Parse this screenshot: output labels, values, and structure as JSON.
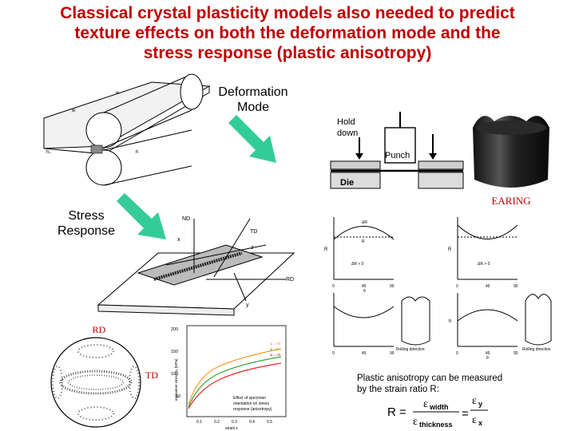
{
  "slide": {
    "title_lines": [
      "Classical crystal plasticity models also needed to predict",
      "texture effects on both the deformation mode and the",
      "stress response (plastic anisotropy)"
    ],
    "deformation_mode_lines": [
      "Deformation",
      "Mode"
    ],
    "stress_response_lines": [
      "Stress",
      "Response"
    ],
    "earing_label": "EARING",
    "rd_label": "RD",
    "td_label": "TD",
    "caption_lines": [
      "Plastic anisotropy can be measured",
      "by the strain ratio R:"
    ],
    "accent_color": "#c00000",
    "arrow_color": "#33cc99"
  },
  "press_figure": {
    "hold_down_lines": [
      "Hold",
      "down"
    ],
    "punch": "Punch",
    "die": "Die"
  },
  "rolling_figure": {
    "labels": [
      "w",
      "w",
      "h₀",
      "h"
    ]
  },
  "sheet_figure": {
    "axis_labels": [
      "ND",
      "TD",
      "RD",
      "x",
      "y",
      "z"
    ]
  },
  "stress_strain_chart": {
    "y_ticks": [
      "200",
      "150",
      "100",
      "50"
    ],
    "x_ticks": [
      "0.1",
      "0.2",
      "0.3",
      "0.4",
      "0.5"
    ],
    "ylabel": "equivalent stress σₑ [MPa]",
    "xlabel": "strain ε",
    "legend": [
      "ψ = 90",
      "ψ = 0",
      "ψ = 45"
    ],
    "legend_colors": [
      "#ff9933",
      "#33aa33",
      "#ee2222"
    ],
    "note_lines": [
      "Effect of specimen",
      "orientation on stress",
      "response (anisotropy)"
    ]
  },
  "r_curves": {
    "R_label": "R",
    "h_label": "h",
    "left_annotations": [
      "ΔR",
      "R",
      "ΔR < 0"
    ],
    "right_annotations": [
      "R",
      "ΔR > 0"
    ],
    "x_ticks": [
      "0",
      "45",
      "90"
    ],
    "x_symbol": "θ",
    "rolling_direction": "Rolling direction"
  },
  "equation": {
    "lhs": "R",
    "eq": "=",
    "num": "ε",
    "num_sub": "width",
    "den": "ε",
    "den_sub": "thickness",
    "eq2": "=",
    "num2": "ε",
    "num2_sub": "y",
    "den2": "ε",
    "den2_sub": "x"
  }
}
